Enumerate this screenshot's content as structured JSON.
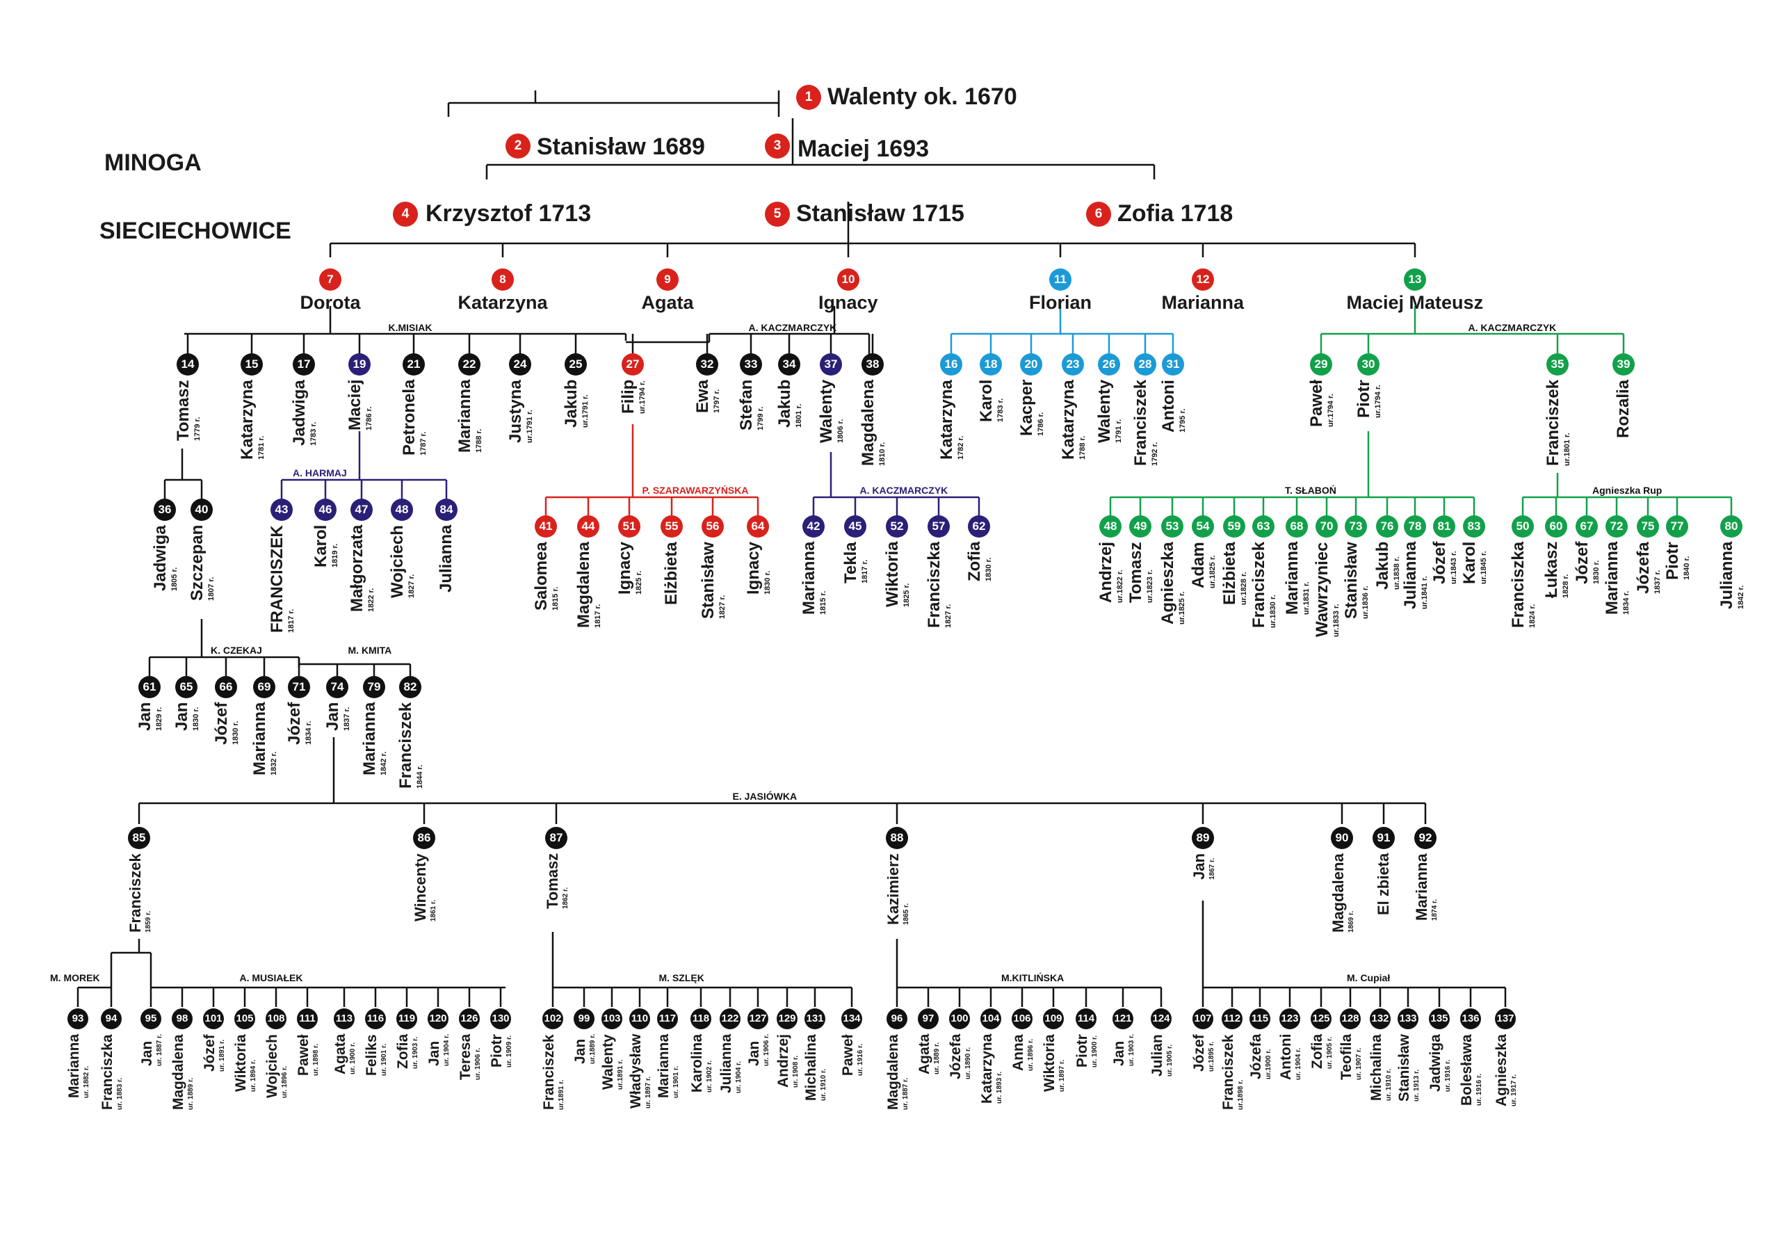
{
  "title_family": "MINOGA",
  "title_place": "SIECIECHOWICE",
  "colors": {
    "red": "#d9221c",
    "blue": "#1c9ad6",
    "green": "#12a14a",
    "navy": "#2a2077",
    "black": "#111111",
    "line": "#111111"
  },
  "top": [
    {
      "id": "1",
      "text": "Walenty ok. 1670",
      "color": "red"
    },
    {
      "id": "2",
      "text": "Stanisław 1689",
      "color": "red"
    },
    {
      "id": "3",
      "text": "Maciej 1693",
      "color": "red"
    },
    {
      "id": "4",
      "text": "Krzysztof  1713",
      "color": "red"
    },
    {
      "id": "5",
      "text": "Stanisław 1715",
      "color": "red"
    },
    {
      "id": "6",
      "text": "Zofia  1718",
      "color": "red"
    }
  ],
  "gen3": [
    {
      "id": "7",
      "name": "Dorota",
      "color": "red"
    },
    {
      "id": "8",
      "name": "Katarzyna",
      "color": "red"
    },
    {
      "id": "9",
      "name": "Agata",
      "color": "red"
    },
    {
      "id": "10",
      "name": "Ignacy",
      "color": "red"
    },
    {
      "id": "11",
      "name": "Florian",
      "color": "blue"
    },
    {
      "id": "12",
      "name": "Marianna",
      "color": "red"
    },
    {
      "id": "13",
      "name": "Maciej Mateusz",
      "color": "green"
    }
  ],
  "spouses": {
    "misiak": "K.MISIAK",
    "kaczmarczyk1": "A. KACZMARCZYK",
    "kaczmarczyk2": "A. KACZMARCZYK",
    "harmaj": "A. HARMAJ",
    "szarawarzynska": "P. SZARAWARZYŃSKA",
    "kaczmarczyk3": "A. KACZMARCZYK",
    "slabon": "T. SŁABOŃ",
    "rup": "Agnieszka Rup",
    "czekaj": "K. CZEKAJ",
    "kmita": "M. KMITA",
    "jasiowka": "E. JASIÓWKA",
    "morek": "M. MOREK",
    "musialek": "A. MUSIAŁEK",
    "szlek": "M. SZLĘK",
    "kitlinska": "M.KITLIŃSKA",
    "cupial": "M. Cupiał"
  },
  "gen4": [
    {
      "id": "14",
      "n": "Tomasz",
      "d": "1779 r."
    },
    {
      "id": "15",
      "n": "Katarzyna",
      "d": "1781 r."
    },
    {
      "id": "17",
      "n": "Jadwiga",
      "d": "1783 r."
    },
    {
      "id": "19",
      "n": "Maciej",
      "d": "1786 r.",
      "c": "navy"
    },
    {
      "id": "21",
      "n": "Petronela",
      "d": "1787 r."
    },
    {
      "id": "22",
      "n": "Marianna",
      "d": "1788 r."
    },
    {
      "id": "24",
      "n": "Justyna",
      "d": "ur.1791 r."
    },
    {
      "id": "25",
      "n": "Jakub",
      "d": "ur.1791 r."
    },
    {
      "id": "27",
      "n": "Filip",
      "d": "ur.1794 r.",
      "c": "red"
    },
    {
      "id": "32",
      "n": "Ewa",
      "d": "1797 r."
    },
    {
      "id": "33",
      "n": "Stefan",
      "d": "1799 r."
    },
    {
      "id": "34",
      "n": "Jakub",
      "d": "1801 r."
    },
    {
      "id": "37",
      "n": "Walenty",
      "d": "1806 r.",
      "c": "navy"
    },
    {
      "id": "38",
      "n": "Magdalena",
      "d": "1810 r."
    },
    {
      "id": "16",
      "n": "Katarzyna",
      "d": "1782 r.",
      "c": "blue"
    },
    {
      "id": "18",
      "n": "Karol",
      "d": "1783 r.",
      "c": "blue"
    },
    {
      "id": "20",
      "n": "Kacper",
      "d": "1786 r.",
      "c": "blue"
    },
    {
      "id": "23",
      "n": "Katarzyna",
      "d": "1788 r.",
      "c": "blue"
    },
    {
      "id": "26",
      "n": "Walenty",
      "d": "1791 r.",
      "c": "blue"
    },
    {
      "id": "28",
      "n": "Franciszek",
      "d": "1792 r.",
      "c": "blue"
    },
    {
      "id": "31",
      "n": "Antoni",
      "d": "1795 r.",
      "c": "blue"
    },
    {
      "id": "29",
      "n": "Paweł",
      "d": "ur.1794 r.",
      "c": "green"
    },
    {
      "id": "30",
      "n": "Piotr",
      "d": "ur.1794 r.",
      "c": "green"
    },
    {
      "id": "35",
      "n": "Franciszek",
      "d": "ur.1801 r.",
      "c": "green"
    },
    {
      "id": "39",
      "n": "Rozalia",
      "d": "",
      "c": "green"
    }
  ],
  "gen5": [
    {
      "id": "36",
      "n": "Jadwiga",
      "d": "1805 r."
    },
    {
      "id": "40",
      "n": "Szczepan",
      "d": "1807 r."
    },
    {
      "id": "43",
      "n": "FRANCISZEK",
      "d": "1817 r.",
      "c": "navy"
    },
    {
      "id": "46",
      "n": "Karol",
      "d": "1819 r.",
      "c": "navy"
    },
    {
      "id": "47",
      "n": "Małgorzata",
      "d": "1822 r.",
      "c": "navy"
    },
    {
      "id": "48",
      "n": "Wojciech",
      "d": "1827 r.",
      "c": "navy"
    },
    {
      "id": "84",
      "n": "Julianna",
      "d": "",
      "c": "navy"
    },
    {
      "id": "41",
      "n": "Salomea",
      "d": "1815 r.",
      "c": "red"
    },
    {
      "id": "44",
      "n": "Magdalena",
      "d": "1817 r.",
      "c": "red"
    },
    {
      "id": "51",
      "n": "Ignacy",
      "d": "1825 r.",
      "c": "red"
    },
    {
      "id": "55",
      "n": "Elżbieta",
      "d": "",
      "c": "red"
    },
    {
      "id": "56",
      "n": "Stanisław",
      "d": "1827 r.",
      "c": "red"
    },
    {
      "id": "64",
      "n": "Ignacy",
      "d": "1830 r.",
      "c": "red"
    },
    {
      "id": "42",
      "n": "Marianna",
      "d": "1815 r.",
      "c": "navy"
    },
    {
      "id": "45",
      "n": "Tekla",
      "d": "1817 r.",
      "c": "navy"
    },
    {
      "id": "52",
      "n": "Wiktoria",
      "d": "1825 r.",
      "c": "navy"
    },
    {
      "id": "57",
      "n": "Franciszka",
      "d": "1827 r.",
      "c": "navy"
    },
    {
      "id": "62",
      "n": "Zofia",
      "d": "1830 r.",
      "c": "navy"
    },
    {
      "id": "48b",
      "badge": "48",
      "n": "Andrzej",
      "d": "ur.1822 r.",
      "c": "green"
    },
    {
      "id": "49",
      "n": "Tomasz",
      "d": "ur.1823 r.",
      "c": "green"
    },
    {
      "id": "53",
      "n": "Agnieszka",
      "d": "ur.1825 r.",
      "c": "green"
    },
    {
      "id": "54",
      "n": "Adam",
      "d": "ur.1825 r.",
      "c": "green"
    },
    {
      "id": "59",
      "n": "Elżbieta",
      "d": "ur.1828 r.",
      "c": "green"
    },
    {
      "id": "63",
      "n": "Franciszek",
      "d": "ur.1830 r.",
      "c": "green"
    },
    {
      "id": "68",
      "n": "Marianna",
      "d": "ur.1831 r.",
      "c": "green"
    },
    {
      "id": "70",
      "n": "Wawrzyniec",
      "d": "ur.1833 r.",
      "c": "green"
    },
    {
      "id": "73",
      "n": "Stanisław",
      "d": "ur.1836 r.",
      "c": "green"
    },
    {
      "id": "76",
      "n": "Jakub",
      "d": "ur.1838 r.",
      "c": "green"
    },
    {
      "id": "78",
      "n": "Julianna",
      "d": "ur.1841 r.",
      "c": "green"
    },
    {
      "id": "81",
      "n": "Józef",
      "d": "ur.1843 r.",
      "c": "green"
    },
    {
      "id": "83",
      "n": "Karol",
      "d": "ur.1845 r.",
      "c": "green"
    },
    {
      "id": "50",
      "n": "Franciszka",
      "d": "1824 r.",
      "c": "green"
    },
    {
      "id": "60",
      "n": "Łukasz",
      "d": "1828 r.",
      "c": "green"
    },
    {
      "id": "67",
      "n": "Józef",
      "d": "1830 r.",
      "c": "green"
    },
    {
      "id": "72",
      "n": "Marianna",
      "d": "1834 r.",
      "c": "green"
    },
    {
      "id": "75",
      "n": "Józefa",
      "d": "1837 r.",
      "c": "green"
    },
    {
      "id": "77",
      "n": "Piotr",
      "d": "1840 r.",
      "c": "green"
    },
    {
      "id": "80",
      "n": "Julianna",
      "d": "1842 r.",
      "c": "green"
    }
  ],
  "gen6": [
    {
      "id": "61",
      "n": "Jan",
      "d": "1829 r."
    },
    {
      "id": "65",
      "n": "Jan",
      "d": "1830 r."
    },
    {
      "id": "66",
      "n": "Józef",
      "d": "1830 r."
    },
    {
      "id": "69",
      "n": "Marianna",
      "d": "1832 r."
    },
    {
      "id": "71",
      "n": "Józef",
      "d": "1834 r."
    },
    {
      "id": "74",
      "n": "Jan",
      "d": "1837 r."
    },
    {
      "id": "79",
      "n": "Marianna",
      "d": "1842 r."
    },
    {
      "id": "82",
      "n": "Franciszek",
      "d": "1844 r."
    }
  ],
  "gen7": [
    {
      "id": "85",
      "n": "Franciszek",
      "d": "1859 r."
    },
    {
      "id": "86",
      "n": "Wincenty",
      "d": "1861 r."
    },
    {
      "id": "87",
      "n": "Tomasz",
      "d": "1862 r."
    },
    {
      "id": "88",
      "n": "Kazimierz",
      "d": "1865 r."
    },
    {
      "id": "89",
      "n": "Jan",
      "d": "1867 r."
    },
    {
      "id": "90",
      "n": "Magdalena",
      "d": "1869 r."
    },
    {
      "id": "91",
      "n": "El zbieta",
      "d": ""
    },
    {
      "id": "92",
      "n": "Marianna",
      "d": "1874 r."
    }
  ],
  "gen8": [
    {
      "id": "93",
      "n": "Marianna",
      "d": "ur. 1882 r."
    },
    {
      "id": "94",
      "n": "Franciszka",
      "d": "ur. 1883 r."
    },
    {
      "id": "95",
      "n": "Jan",
      "d": "ur. 1887 r."
    },
    {
      "id": "98",
      "n": "Magdalena",
      "d": "ur. 1889 r."
    },
    {
      "id": "101",
      "n": "Józef",
      "d": "ur. 1891 r."
    },
    {
      "id": "105",
      "n": "Wiktoria",
      "d": "ur. 1894 r."
    },
    {
      "id": "108",
      "n": "Wojciech",
      "d": "ur. 1896 r."
    },
    {
      "id": "111",
      "n": "Paweł",
      "d": "ur. 1898 r."
    },
    {
      "id": "113",
      "n": "Agata",
      "d": "ur. 1900 r."
    },
    {
      "id": "116",
      "n": "Feliks",
      "d": "ur. 1901 r."
    },
    {
      "id": "119",
      "n": "Zofia",
      "d": "ur. 1903 r."
    },
    {
      "id": "120",
      "n": "Jan",
      "d": "ur. 1904 r."
    },
    {
      "id": "126",
      "n": "Teresa",
      "d": "ur. 1906 r."
    },
    {
      "id": "130",
      "n": "Piotr",
      "d": "ur. 1909 r."
    },
    {
      "id": "102",
      "n": "Franciszek",
      "d": "ur.1891 r."
    },
    {
      "id": "99",
      "n": "Jan",
      "d": "ur.1889 r."
    },
    {
      "id": "103",
      "n": "Walenty",
      "d": "ur.1891 r."
    },
    {
      "id": "110",
      "n": "Władysław",
      "d": "ur. 1897 r."
    },
    {
      "id": "117",
      "n": "Marianna",
      "d": "ur. 1901 r."
    },
    {
      "id": "118",
      "n": "Karolina",
      "d": "ur. 1902 r."
    },
    {
      "id": "122",
      "n": "Julianna",
      "d": "ur. 1904 r."
    },
    {
      "id": "127",
      "n": "Jan",
      "d": "ur. 1906 r."
    },
    {
      "id": "129",
      "n": "Andrzej",
      "d": "ur. 1908 r."
    },
    {
      "id": "131",
      "n": "Michalina",
      "d": "ur. 1910 r."
    },
    {
      "id": "134",
      "n": "Paweł",
      "d": "ur. 1916 r."
    },
    {
      "id": "96",
      "n": "Magdalena",
      "d": "ur. 1887 r."
    },
    {
      "id": "97",
      "n": "Agata",
      "d": "ur. 1889 r."
    },
    {
      "id": "100",
      "n": "Józefa",
      "d": "ur. 1890 r."
    },
    {
      "id": "104",
      "n": "Katarzyna",
      "d": "ur. 1893 r."
    },
    {
      "id": "106",
      "n": "Anna",
      "d": "ur. 1896 r."
    },
    {
      "id": "109",
      "n": "Wiktoria",
      "d": "ur. 1897 r."
    },
    {
      "id": "114",
      "n": "Piotr",
      "d": "ur. 1900 r."
    },
    {
      "id": "121",
      "n": "Jan",
      "d": "ur. 1903 r."
    },
    {
      "id": "124",
      "n": "Julian",
      "d": "ur. 1905 r."
    },
    {
      "id": "107",
      "n": "Józef",
      "d": "ur.1895 r."
    },
    {
      "id": "112",
      "n": "Franciszek",
      "d": "ur.1898 r."
    },
    {
      "id": "115",
      "n": "Józefa",
      "d": "ur.1900 r."
    },
    {
      "id": "123",
      "n": "Antoni",
      "d": "ur. 1904 r."
    },
    {
      "id": "125",
      "n": "Zofia",
      "d": "ur. 1905 r."
    },
    {
      "id": "128",
      "n": "Teofila",
      "d": "ur. 1907 r."
    },
    {
      "id": "132",
      "n": "Michalina",
      "d": "ur. 1910 r."
    },
    {
      "id": "133",
      "n": "Stanisław",
      "d": "ur. 1913 r."
    },
    {
      "id": "135",
      "n": "Jadwiga",
      "d": "ur. 1916 r."
    },
    {
      "id": "136",
      "n": "Bolesława",
      "d": "ur. 1916 r."
    },
    {
      "id": "137",
      "n": "Agnieszka",
      "d": "ur. 1917 r."
    }
  ]
}
